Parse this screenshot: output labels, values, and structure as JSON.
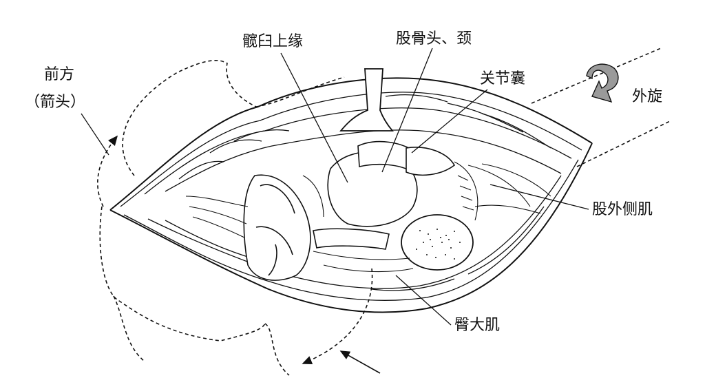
{
  "labels": {
    "acetabulum_rim": "髋臼上缘",
    "femoral_head_neck": "股骨头、颈",
    "joint_capsule": "关节囊",
    "external_rotation": "外旋",
    "anterior": "前方",
    "arrow_note": "（箭头）",
    "vastus_lateralis": "股外侧肌",
    "gluteus_maximus": "臀大肌"
  },
  "colors": {
    "ink": "#111111",
    "rotation_arrow": "#9a9a9a"
  }
}
